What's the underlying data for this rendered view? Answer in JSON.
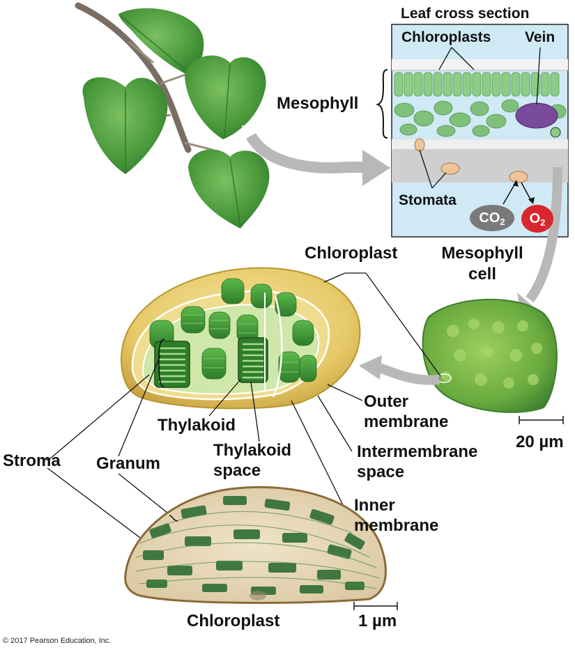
{
  "labels": {
    "leaf_cross_section": "Leaf cross section",
    "chloroplasts": "Chloroplasts",
    "vein": "Vein",
    "mesophyll": "Mesophyll",
    "stomata": "Stomata",
    "co2_base": "CO",
    "co2_sub": "2",
    "o2_base": "O",
    "o2_sub": "2",
    "chloroplast_top": "Chloroplast",
    "mesophyll_cell_1": "Mesophyll",
    "mesophyll_cell_2": "cell",
    "outer_membrane_1": "Outer",
    "outer_membrane_2": "membrane",
    "scale_20": "20 µm",
    "thylakoid": "Thylakoid",
    "thylakoid_space_1": "Thylakoid",
    "thylakoid_space_2": "space",
    "intermembrane_space_1": "Intermembrane",
    "intermembrane_space_2": "space",
    "stroma": "Stroma",
    "granum": "Granum",
    "inner_membrane_1": "Inner",
    "inner_membrane_2": "membrane",
    "chloroplast_bottom": "Chloroplast",
    "scale_1": "1 µm"
  },
  "copyright": "© 2017 Pearson Education, Inc.",
  "colors": {
    "leaf_green": "#4a9a3c",
    "panel_bg": "#cfe9f5",
    "membrane_fill": "#e3c774",
    "grana_green": "#3f9a35",
    "arrow_gray": "#b8b8b8",
    "co2_gray": "#7a7a7a",
    "o2_red": "#d8272e",
    "micrograph_bg": "#e7d9bd"
  }
}
